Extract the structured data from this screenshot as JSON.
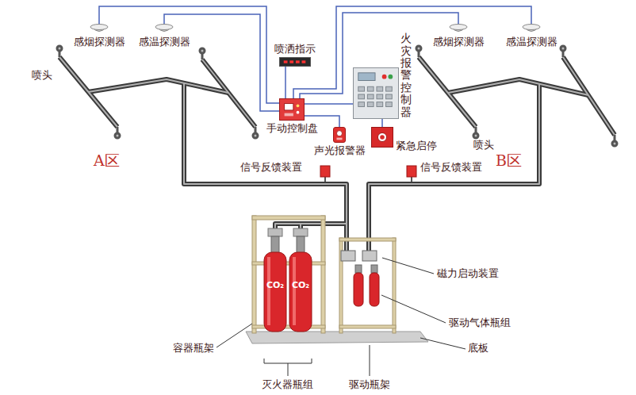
{
  "diagram": {
    "nodes": [
      {
        "text": [
          "感烟探测器"
        ]
      },
      {
        "text": [
          "感温探测器"
        ]
      },
      {
        "text": [
          "喷洒指示"
        ]
      },
      {
        "text": [
          "火灾报警控制器"
        ]
      },
      {
        "text": [
          "感烟探测器"
        ]
      },
      {
        "text": [
          "感温探测器"
        ]
      },
      {
        "text": [
          "手动控制盘"
        ]
      },
      {
        "text": [
          "声光报警器"
        ]
      },
      {
        "text": [
          "紧急启停"
        ]
      }
    ],
    "edges": [
      {
        "from": 0,
        "to": 6,
        "arrow": "none"
      },
      {
        "from": 1,
        "to": 6,
        "arrow": "none"
      },
      {
        "from": 2,
        "to": 6,
        "arrow": "none"
      },
      {
        "from": 4,
        "to": 6,
        "arrow": "none"
      },
      {
        "from": 5,
        "to": 6,
        "arrow": "none"
      },
      {
        "from": 6,
        "to": 3,
        "arrow": "none"
      },
      {
        "from": 6,
        "to": 7,
        "arrow": "none"
      },
      {
        "from": 3,
        "to": 8,
        "arrow": "none"
      }
    ],
    "labels": [
      "喷头",
      "A区",
      "信号反馈装置",
      "信号反馈装置",
      "喷头",
      "B区",
      "CO₂",
      "CO₂",
      "磁力启动装置",
      "驱动气体瓶组",
      "容器瓶架",
      "底板",
      "灭火器瓶组",
      "驱动瓶架"
    ]
  }
}
